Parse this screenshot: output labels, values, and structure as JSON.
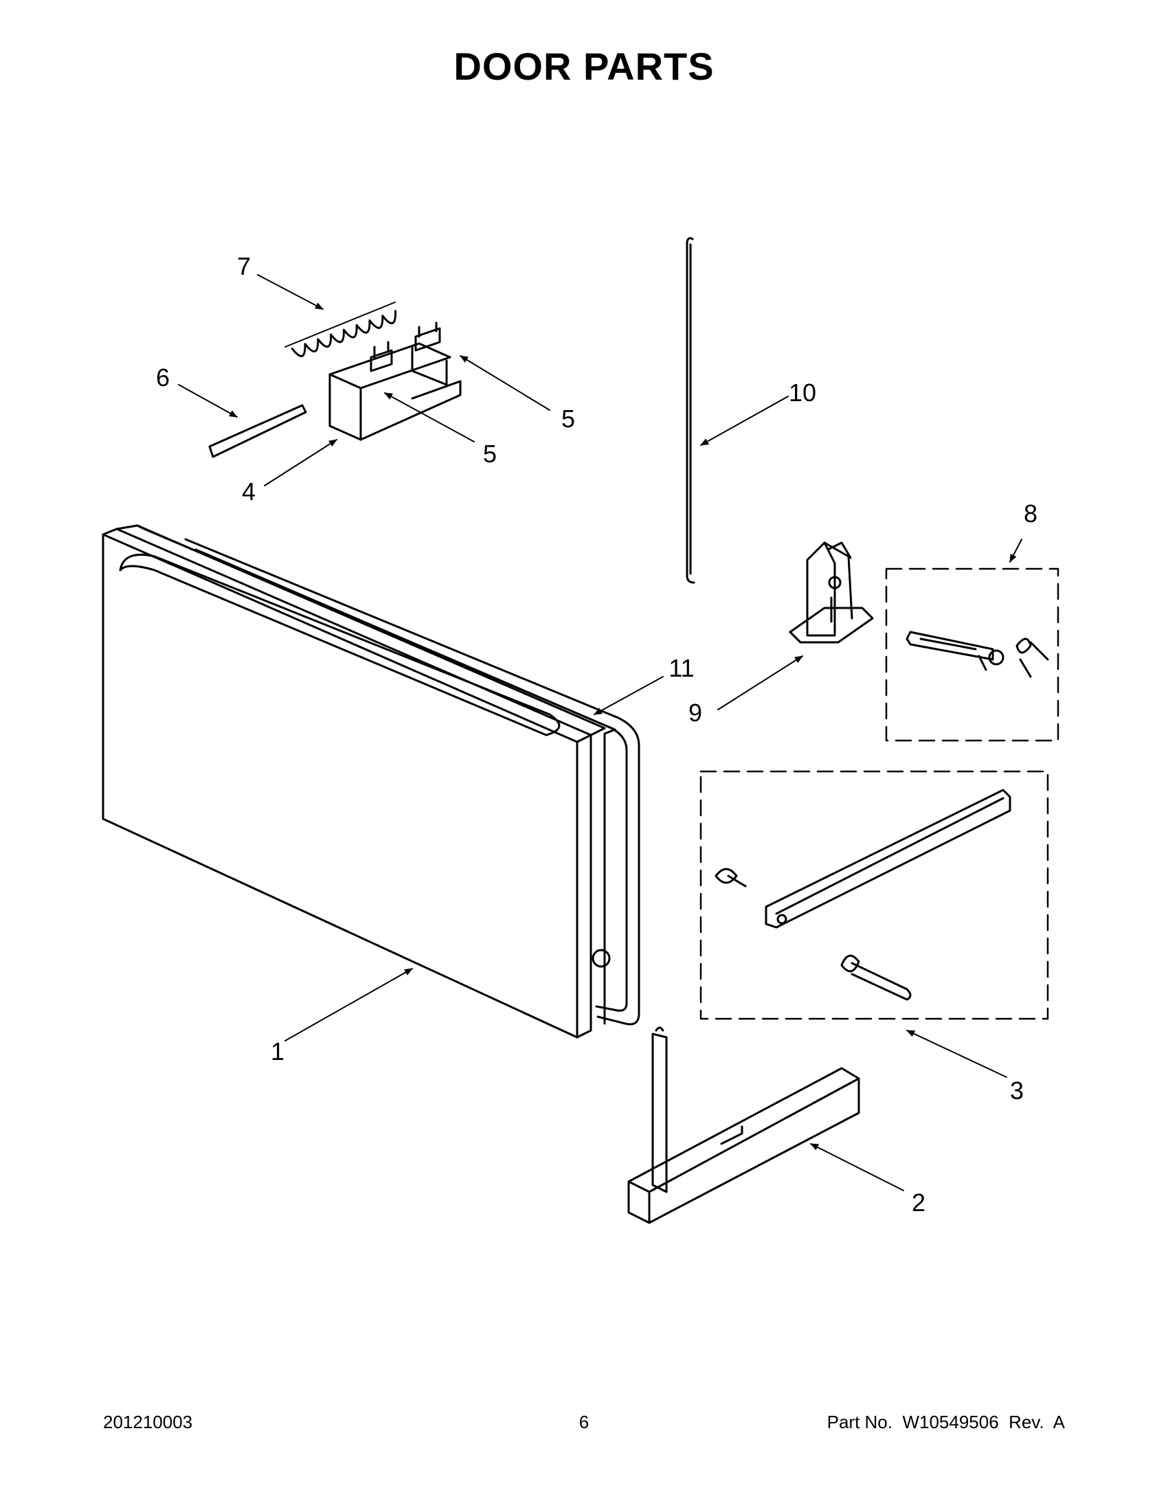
{
  "title": "DOOR PARTS",
  "callouts": {
    "c1": "1",
    "c2": "2",
    "c3": "3",
    "c4": "4",
    "c5a": "5",
    "c5b": "5",
    "c6": "6",
    "c7": "7",
    "c8": "8",
    "c9": "9",
    "c10": "10",
    "c11": "11"
  },
  "footer": {
    "code": "201210003",
    "page": "6",
    "part": "Part No.  W10549506  Rev.  A"
  }
}
